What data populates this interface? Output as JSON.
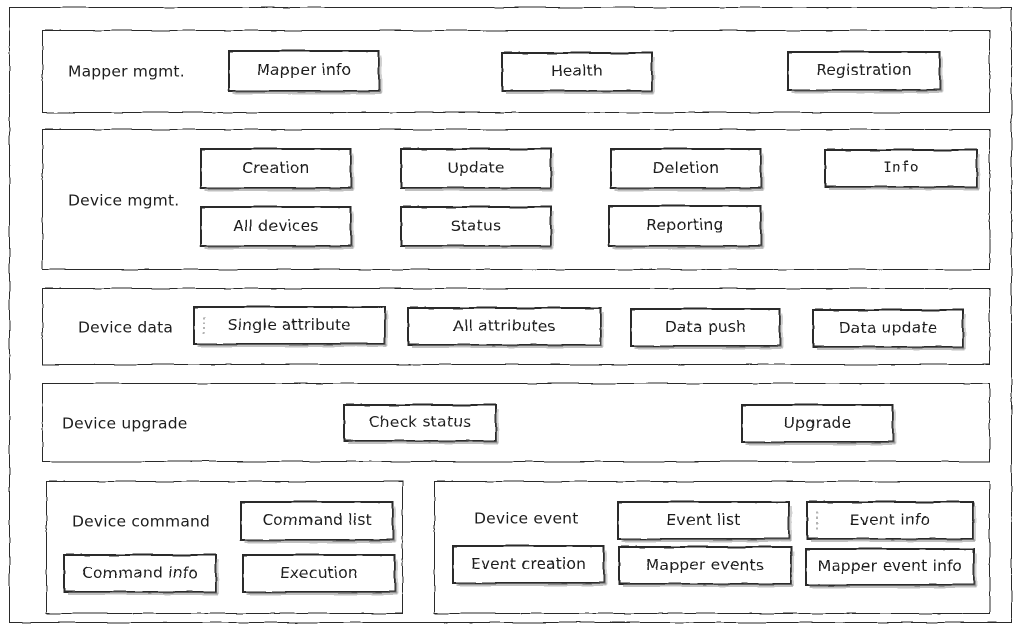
{
  "diagram": {
    "style": "hand-drawn-sketch",
    "ink_color": "#1d1d1d",
    "background_color": "#ffffff",
    "shadow_color": "#8d8d8d",
    "groups": [
      {
        "id": "mapper-mgmt",
        "label": "Mapper mgmt.",
        "nodes": [
          {
            "label": "Mapper info",
            "dotted_marker": false
          },
          {
            "label": "Health",
            "dotted_marker": false
          },
          {
            "label": "Registration",
            "dotted_marker": false
          }
        ]
      },
      {
        "id": "device-mgmt",
        "label": "Device mgmt.",
        "nodes": [
          {
            "label": "Creation",
            "dotted_marker": false
          },
          {
            "label": "Update",
            "dotted_marker": false
          },
          {
            "label": "Deletion",
            "dotted_marker": false
          },
          {
            "label": "Info",
            "dotted_marker": false
          },
          {
            "label": "All devices",
            "dotted_marker": false
          },
          {
            "label": "Status",
            "dotted_marker": false
          },
          {
            "label": "Reporting",
            "dotted_marker": false
          }
        ]
      },
      {
        "id": "device-data",
        "label": "Device data",
        "nodes": [
          {
            "label": "Single attribute",
            "dotted_marker": true
          },
          {
            "label": "All attributes",
            "dotted_marker": false
          },
          {
            "label": "Data push",
            "dotted_marker": false
          },
          {
            "label": "Data update",
            "dotted_marker": false
          }
        ]
      },
      {
        "id": "device-upgrade",
        "label": "Device upgrade",
        "nodes": [
          {
            "label": "Check status",
            "dotted_marker": false
          },
          {
            "label": "Upgrade",
            "dotted_marker": false
          }
        ]
      },
      {
        "id": "device-command",
        "label": "Device command",
        "nodes": [
          {
            "label": "Command list",
            "dotted_marker": false
          },
          {
            "label": "Command info",
            "dotted_marker": false
          },
          {
            "label": "Execution",
            "dotted_marker": false
          }
        ]
      },
      {
        "id": "device-event",
        "label": "Device event",
        "nodes": [
          {
            "label": "Event list",
            "dotted_marker": false
          },
          {
            "label": "Event info",
            "dotted_marker": true
          },
          {
            "label": "Event creation",
            "dotted_marker": false
          },
          {
            "label": "Mapper events",
            "dotted_marker": false
          },
          {
            "label": "Mapper event info",
            "dotted_marker": false
          }
        ]
      }
    ]
  }
}
